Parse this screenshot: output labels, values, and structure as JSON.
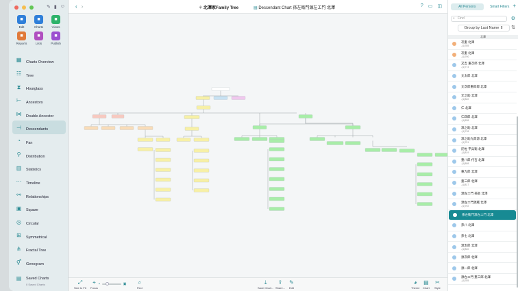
{
  "sidebar": {
    "top_items": [
      {
        "label": "Edit",
        "icon": "pencil-icon",
        "color": "#2f7fd9"
      },
      {
        "label": "Charts",
        "icon": "charts-icon",
        "color": "#2f7fd9"
      },
      {
        "label": "Views",
        "icon": "eye-icon",
        "color": "#2db36a"
      },
      {
        "label": "Reports",
        "icon": "reports-icon",
        "color": "#e07a3a"
      },
      {
        "label": "Lists",
        "icon": "lists-icon",
        "color": "#b04fc0"
      },
      {
        "label": "Publish",
        "icon": "publish-icon",
        "color": "#9b4fd0"
      }
    ],
    "nav": [
      {
        "label": "Charts Overview",
        "icon": "grid-icon"
      },
      {
        "label": "Tree",
        "icon": "tree-icon"
      },
      {
        "label": "Hourglass",
        "icon": "hourglass-icon"
      },
      {
        "label": "Ancestors",
        "icon": "ancestors-icon"
      },
      {
        "label": "Double Ancestor",
        "icon": "double-ancestor-icon"
      },
      {
        "label": "Descendants",
        "icon": "descendants-icon"
      },
      {
        "label": "Fan",
        "icon": "fan-icon"
      },
      {
        "label": "Distribution",
        "icon": "distribution-icon"
      },
      {
        "label": "Statistics",
        "icon": "statistics-icon"
      },
      {
        "label": "Timeline",
        "icon": "timeline-icon"
      },
      {
        "label": "Relationships",
        "icon": "relationships-icon"
      },
      {
        "label": "Square",
        "icon": "square-icon"
      },
      {
        "label": "Circular",
        "icon": "circular-icon"
      },
      {
        "label": "Symmetrical",
        "icon": "symmetrical-icon"
      },
      {
        "label": "Fractal Tree",
        "icon": "fractal-tree-icon"
      },
      {
        "label": "Genogram",
        "icon": "genogram-icon"
      },
      {
        "label": "Saved Charts",
        "icon": "saved-charts-icon",
        "sub": "0 Saved Charts"
      }
    ],
    "active_nav": "Descendants"
  },
  "header": {
    "tree_title": "北澤家Family Tree",
    "chart_title": "Descendant Chart 孫左衛門源左エ門 北澤"
  },
  "bottombar": {
    "left": [
      {
        "label": "Size to Fit",
        "icon": "size-to-fit-icon"
      },
      {
        "label": "Focus",
        "icon": "focus-icon"
      },
      {
        "label": "Find",
        "icon": "find-icon"
      }
    ],
    "right": [
      {
        "label": "Save Chart...",
        "icon": "save-chart-icon"
      },
      {
        "label": "Share...",
        "icon": "share-icon"
      },
      {
        "label": "Edit",
        "icon": "edit-icon"
      },
      {
        "label": "Theme",
        "icon": "theme-icon"
      },
      {
        "label": "Chart",
        "icon": "chart-icon"
      },
      {
        "label": "Style",
        "icon": "style-icon"
      }
    ],
    "zoom_level": 0.25
  },
  "right_panel": {
    "segments": [
      "All Persons",
      "Smart Filters"
    ],
    "find_placeholder": "Find",
    "group_by": "Group by Last Name",
    "section_header": "北澤",
    "persons": [
      {
        "name": "次重 北澤",
        "date": "-(1)785",
        "color": "#f2b07a"
      },
      {
        "name": "次重 北澤",
        "date": "-(1)790",
        "color": "#f2b07a"
      },
      {
        "name": "又吉 重次郎 北澤",
        "date": "-(1)774",
        "color": "#9ec8ea"
      },
      {
        "name": "文太郎 北澤",
        "date": "",
        "color": "#9ec8ea"
      },
      {
        "name": "文次郎重四郎 北澤",
        "date": "",
        "color": "#9ec8ea"
      },
      {
        "name": "文之助 北澤",
        "date": "-(1)840",
        "color": "#9ec8ea"
      },
      {
        "name": "仁 北澤",
        "date": "",
        "color": "#9ec8ea"
      },
      {
        "name": "仁四郎 北澤",
        "date": "-(1)838",
        "color": "#9ec8ea"
      },
      {
        "name": "源之助 北澤",
        "date": "-(1)718",
        "color": "#9ec8ea"
      },
      {
        "name": "源之助九郎源 北澤",
        "date": "-(1)701",
        "color": "#9ec8ea"
      },
      {
        "name": "於佐 平兵衛 北澤",
        "date": "-(1)819",
        "color": "#9ec8ea"
      },
      {
        "name": "重八郎 代吉 北澤",
        "date": "-(1)808",
        "color": "#9ec8ea"
      },
      {
        "name": "重九郎 北澤",
        "date": "",
        "color": "#9ec8ea"
      },
      {
        "name": "重三郎 北澤",
        "date": "-(1)817",
        "color": "#9ec8ea"
      },
      {
        "name": "源左エ門 孫助 北澤",
        "date": "",
        "color": "#9ec8ea"
      },
      {
        "name": "源左エ門源蔵 北澤",
        "date": "-(1)792",
        "color": "#9ec8ea"
      },
      {
        "name": "孫左衛門源左エ門 北澤",
        "date": "",
        "color": "#ffffff",
        "selected": true
      },
      {
        "name": "孫八 北澤",
        "date": "",
        "color": "#9ec8ea"
      },
      {
        "name": "孫七 北澤",
        "date": "",
        "color": "#9ec8ea"
      },
      {
        "name": "源太郎 北澤",
        "date": "-(1)840",
        "color": "#9ec8ea"
      },
      {
        "name": "源次郎 北澤",
        "date": "",
        "color": "#9ec8ea"
      },
      {
        "name": "源一郎 北澤",
        "date": "",
        "color": "#9ec8ea"
      },
      {
        "name": "源左エ門 重三郎 北澤",
        "date": "-(1)785",
        "color": "#9ec8ea"
      }
    ]
  },
  "colors": {
    "accent": "#2a8a93",
    "root_node": "#ffffff",
    "red_node": "#f7c9c0",
    "orange_node": "#f9dcb8",
    "yellow_node": "#f7f0a6",
    "green_node": "#a8eda8",
    "blue_node": "#c7e2f3",
    "pink_node": "#f0c8ee"
  }
}
